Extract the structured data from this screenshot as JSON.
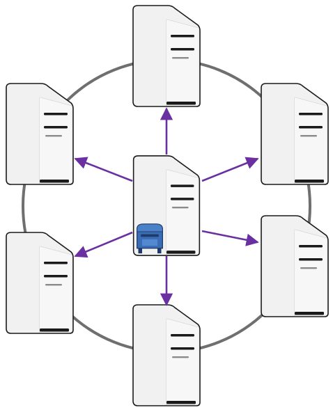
{
  "diagram": {
    "type": "hub-and-spoke network",
    "hub": {
      "icon": "server-icon",
      "badge_icon": "mailbox-icon",
      "badge_color": "#3a6db5"
    },
    "peers": [
      {
        "id": "top",
        "icon": "server-icon"
      },
      {
        "id": "upper-right",
        "icon": "server-icon"
      },
      {
        "id": "lower-right",
        "icon": "server-icon"
      },
      {
        "id": "bottom",
        "icon": "server-icon"
      },
      {
        "id": "lower-left",
        "icon": "server-icon"
      },
      {
        "id": "upper-left",
        "icon": "server-icon"
      }
    ],
    "ring": {
      "color": "#6f6f6f"
    },
    "arrows": {
      "color": "#6a2fa0",
      "direction": "hub-to-peers",
      "count": 6
    },
    "colors": {
      "server_face": "#f1f1f1",
      "server_side": "#e2e2e2",
      "server_outline": "#1a1a1a",
      "drive_bar": "#1a1a1a"
    }
  }
}
